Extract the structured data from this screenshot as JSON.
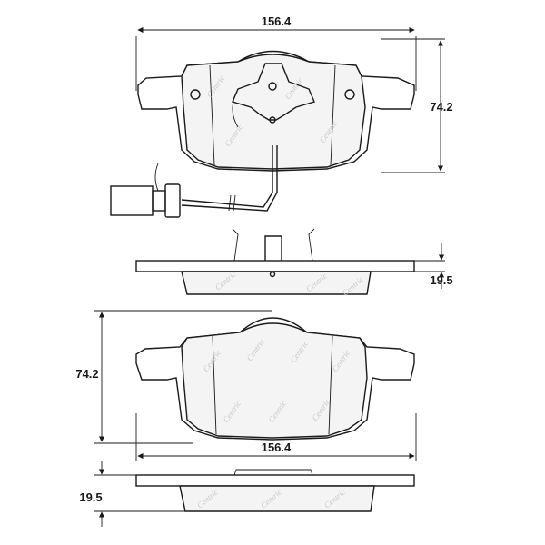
{
  "dimensions": {
    "top_width": "156.4",
    "top_height": "74.2",
    "top_thickness": "19.5",
    "bottom_height": "74.2",
    "bottom_width": "156.4",
    "bottom_thickness": "19.5"
  },
  "watermark": "Centric",
  "colors": {
    "line": "#1a1a1a",
    "pad_fill": "#f4f4f4",
    "watermark": "#c8c8c8"
  }
}
